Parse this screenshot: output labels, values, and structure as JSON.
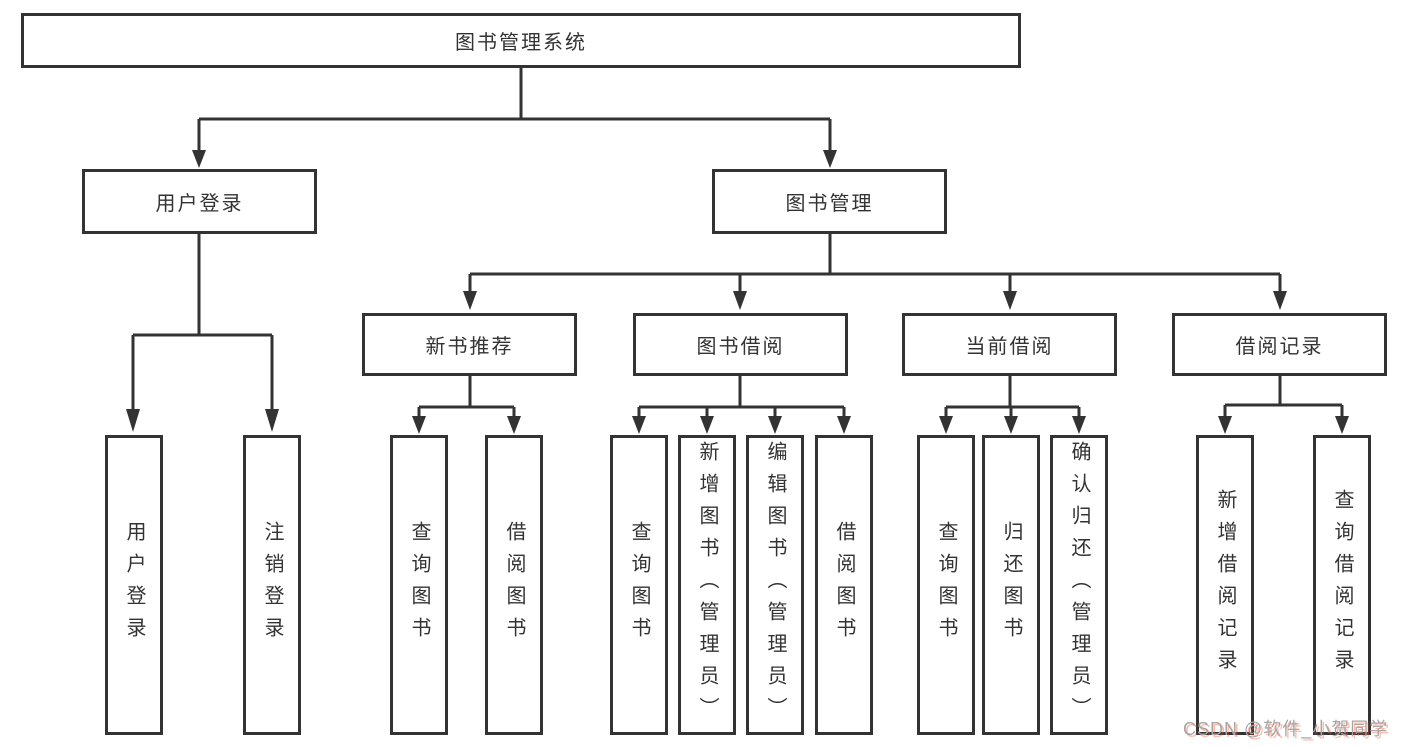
{
  "diagram": {
    "root": {
      "label": "图书管理系统"
    },
    "level2": [
      {
        "label": "用户登录"
      },
      {
        "label": "图书管理"
      }
    ],
    "level3": [
      {
        "label": "新书推荐"
      },
      {
        "label": "图书借阅"
      },
      {
        "label": "当前借阅"
      },
      {
        "label": "借阅记录"
      }
    ],
    "leaves": {
      "user_login": [
        "用户登录",
        "注销登录"
      ],
      "new_book_recommend": [
        "查询图书",
        "借阅图书"
      ],
      "book_borrow": [
        "查询图书",
        "新增图书（管理员）",
        "编辑图书（管理员）",
        "借阅图书"
      ],
      "current_borrow": [
        "查询图书",
        "归还图书",
        "确认归还（管理员）"
      ],
      "borrow_records": [
        "新增借阅记录",
        "查询借阅记录"
      ]
    }
  },
  "watermark": {
    "text": "CSDN @软件_小贺同学"
  },
  "colors": {
    "line": "#333333",
    "text": "#333333",
    "background": "#ffffff",
    "watermark_gray": "#a6a6a6",
    "watermark_red": "#fc5531"
  }
}
